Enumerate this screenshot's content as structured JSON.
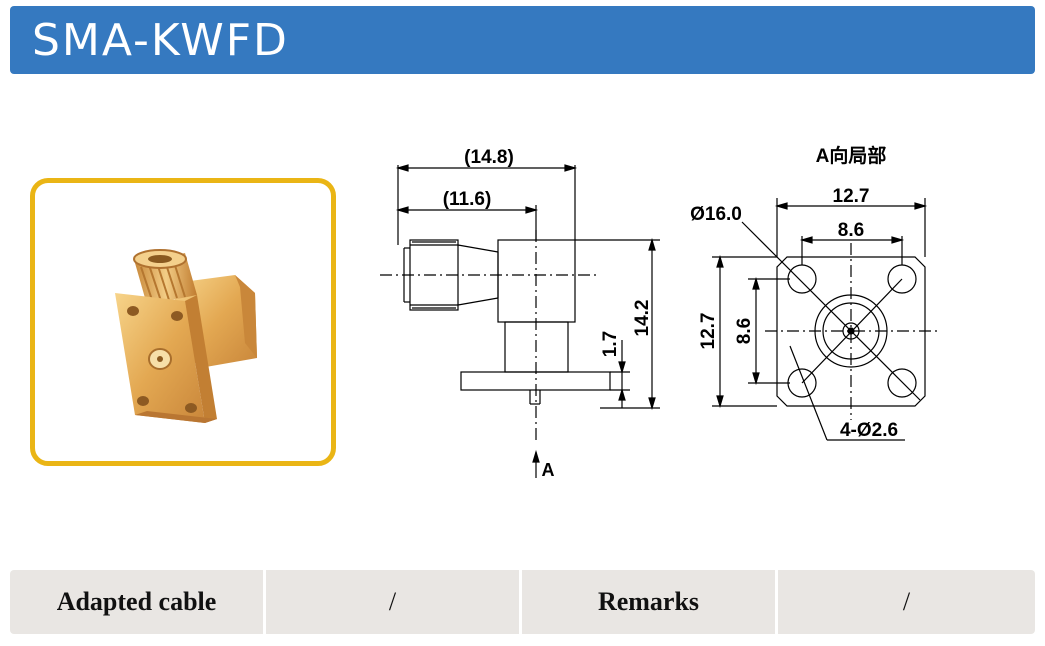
{
  "header": {
    "title": "SMA-KWFD"
  },
  "drawing": {
    "side_view": {
      "dim_overall_length": "(14.8)",
      "dim_body_length": "(11.6)",
      "dim_height": "14.2",
      "dim_flange": "1.7",
      "view_marker": "A"
    },
    "front_view": {
      "title": "A向局部",
      "dim_width": "12.7",
      "dim_hole_spacing_h": "8.6",
      "dim_height": "12.7",
      "dim_hole_spacing_v": "8.6",
      "dim_circle": "Ø16.0",
      "dim_holes": "4-Ø2.6"
    }
  },
  "spec_table": {
    "adapted_cable_label": "Adapted cable",
    "adapted_cable_value": "/",
    "remarks_label": "Remarks",
    "remarks_value": "/"
  },
  "colors": {
    "header_bg": "#3579c0",
    "frame_border": "#eab515",
    "gold": "#e0a94a",
    "table_bg": "#e9e6e3"
  }
}
